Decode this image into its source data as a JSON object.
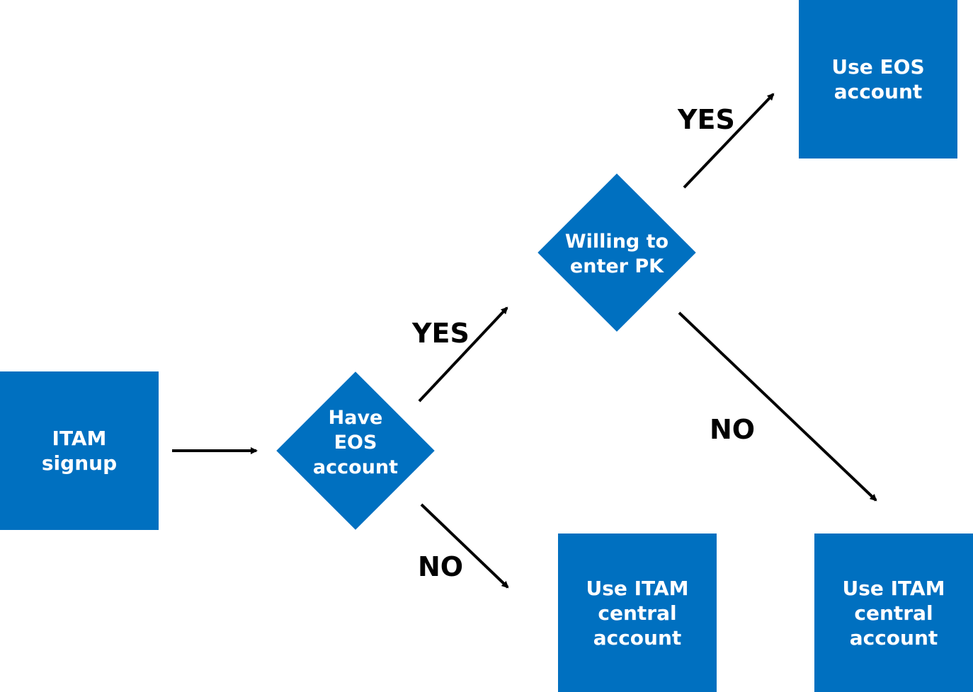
{
  "colors": {
    "node_fill": "#0070c0",
    "node_text": "#ffffff",
    "arrow": "#000000",
    "edge_label": "#000000"
  },
  "nodes": {
    "itam_signup": "ITAM\nsignup",
    "have_eos_account": "Have\nEOS\naccount",
    "willing_to_enter_pk": "Willing to\nenter PK",
    "use_eos_account": "Use EOS\naccount",
    "use_itam_central_account_1": "Use ITAM\ncentral\naccount",
    "use_itam_central_account_2": "Use ITAM\ncentral\naccount"
  },
  "edges": {
    "have_eos_yes": "YES",
    "have_eos_no": "NO",
    "willing_pk_yes": "YES",
    "willing_pk_no": "NO"
  }
}
